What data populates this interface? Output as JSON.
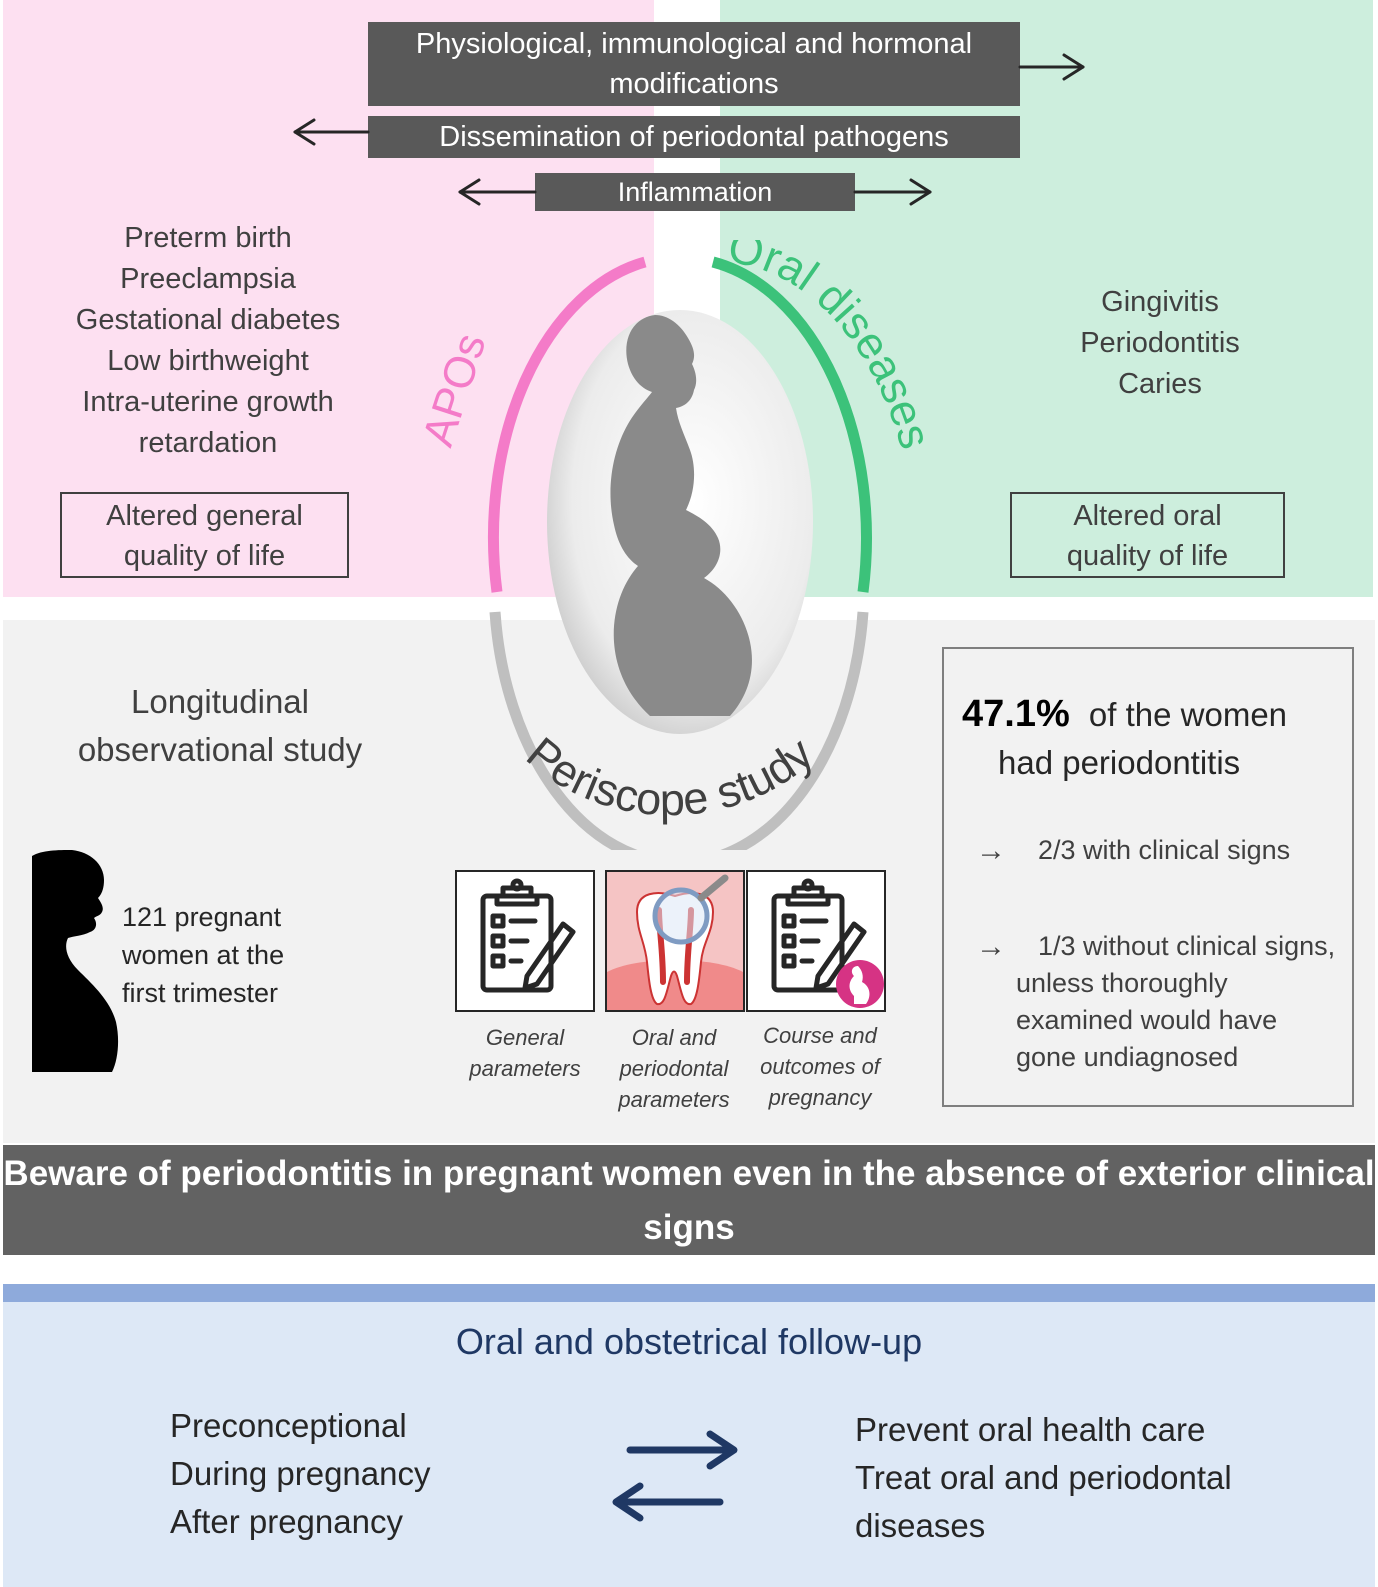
{
  "mechanisms": {
    "line1": "Physiological, immunological and hormonal modifications",
    "line2": "Dissemination of periodontal pathogens",
    "line3": "Inflammation"
  },
  "apos": {
    "label": "APOs",
    "items": [
      "Preterm birth",
      "Preeclampsia",
      "Gestational diabetes",
      "Low birthweight",
      "Intra-uterine growth",
      "retardation"
    ],
    "quality": "Altered general quality of life"
  },
  "oral": {
    "label": "Oral diseases",
    "items": [
      "Gingivitis",
      "Periodontitis",
      "Caries"
    ],
    "quality": "Altered oral quality of life"
  },
  "study": {
    "design": "Longitudinal observational study",
    "name": "Periscope study",
    "participants": "121 pregnant women at the first trimester",
    "tiles": [
      {
        "icon": "clipboard-checklist-icon",
        "caption": "General parameters"
      },
      {
        "icon": "tooth-magnifier-icon",
        "caption": "Oral and periodontal parameters"
      },
      {
        "icon": "clipboard-pregnancy-icon",
        "caption": "Course and outcomes of pregnancy"
      }
    ]
  },
  "results": {
    "percent": "47.1%",
    "headline_rest": "of the women",
    "headline_line2": "had  periodontitis",
    "sub1": "2/3  with clinical signs",
    "sub2": "1/3 without clinical signs, unless thoroughly examined would have gone undiagnosed"
  },
  "banner": "Beware of periodontitis in pregnant women even in the absence of exterior clinical signs",
  "followup": {
    "title": "Oral and obstetrical follow-up",
    "timing": [
      "Preconceptional",
      "During pregnancy",
      "After pregnancy"
    ],
    "actions": [
      "Prevent oral health care",
      "Treat oral and periodontal",
      "diseases"
    ]
  },
  "colors": {
    "pink_panel": "#fde0f1",
    "green_panel": "#cdeedd",
    "apos_accent": "#f47bc8",
    "oral_accent": "#3cc27a",
    "dark_box": "#595959",
    "navy": "#1f3864",
    "blue_bar": "#8eaadb"
  }
}
